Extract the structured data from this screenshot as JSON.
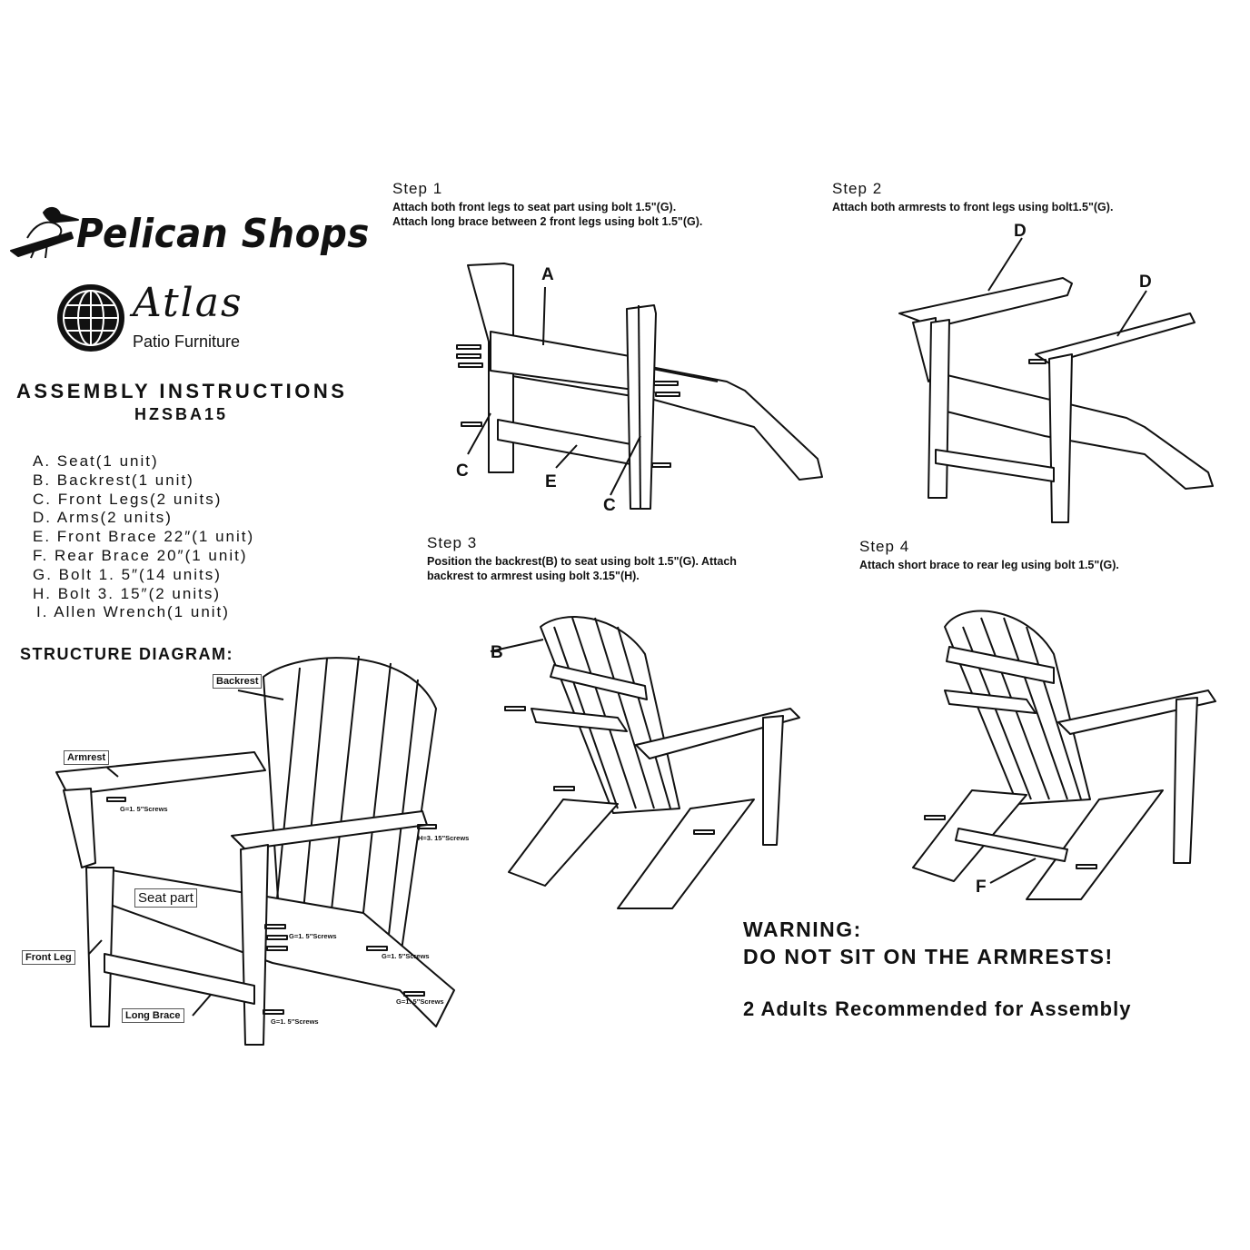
{
  "header": {
    "brand": "Pelican Shops",
    "atlas_script": "Atlas",
    "atlas_subtitle": "Patio Furniture",
    "title": "ASSEMBLY INSTRUCTIONS",
    "model": "HZSBA15"
  },
  "parts": [
    "A. Seat(1 unit)",
    "B. Backrest(1 unit)",
    "C. Front Legs(2 units)",
    "D. Arms(2 units)",
    "E. Front Brace 22″(1 unit)",
    "F. Rear Brace 20″(1 unit)",
    "G. Bolt 1. 5″(14 units)",
    "H. Bolt 3. 15″(2 units)",
    "I. Allen Wrench(1 unit)"
  ],
  "structure": {
    "title": "STRUCTURE DIAGRAM:",
    "labels": {
      "backrest": "Backrest",
      "armrest": "Armrest",
      "seat": "Seat part",
      "front_leg": "Front Leg",
      "long_brace": "Long Brace"
    },
    "screws": {
      "g1": "G=1. 5″Screws",
      "h": "H=3. 15″Screws",
      "g2": "G=1. 5″Screws",
      "g3": "G=1. 5″Screws",
      "g4": "G=1. 5″Screws",
      "g5": "G=1. 5″Screws"
    }
  },
  "steps": [
    {
      "title": "Step 1",
      "lines": [
        "Attach both front legs to seat part using bolt 1.5\"(G).",
        "Attach long brace between 2 front legs using bolt 1.5\"(G)."
      ],
      "letters": [
        "A",
        "C",
        "E",
        "C"
      ]
    },
    {
      "title": "Step 2",
      "lines": [
        "Attach both armrests to front legs using bolt1.5\"(G)."
      ],
      "letters": [
        "D",
        "D"
      ]
    },
    {
      "title": "Step 3",
      "lines": [
        "Position  the  backrest(B) to seat using bolt 1.5\"(G). Attach",
        "backrest to armrest using bolt 3.15\"(H)."
      ],
      "letters": [
        "B"
      ]
    },
    {
      "title": "Step 4",
      "lines": [
        "Attach short brace to rear leg using bolt 1.5\"(G)."
      ],
      "letters": [
        "F"
      ]
    }
  ],
  "warning": {
    "line1": "WARNING:",
    "line2": "DO NOT SIT ON THE ARMRESTS!",
    "recommend": "2 Adults Recommended for Assembly"
  }
}
